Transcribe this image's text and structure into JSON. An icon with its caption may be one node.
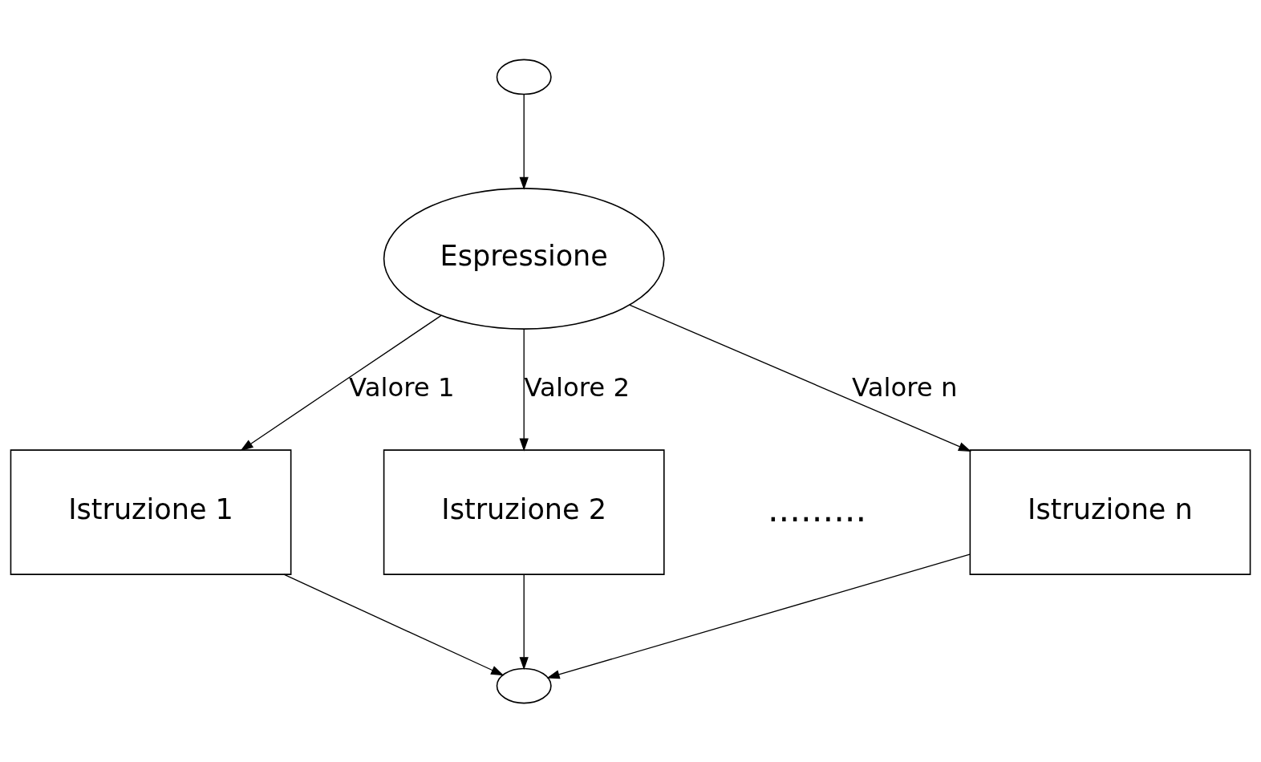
{
  "diagram": {
    "nodes": [
      {
        "text": [],
        "shape": "circle"
      },
      {
        "text": [
          "Espressione"
        ]
      },
      {
        "text": [
          "Istruzione 1"
        ]
      },
      {
        "text": [
          "Istruzione 2"
        ]
      },
      {
        "text": [
          "Istruzione n"
        ]
      },
      {
        "text": [],
        "shape": "circle"
      }
    ],
    "edges": [
      {
        "from": 0,
        "to": 1,
        "arrow": "to"
      },
      {
        "from": 1,
        "to": 2,
        "arrow": "to",
        "label": "Valore 1"
      },
      {
        "from": 1,
        "to": 3,
        "arrow": "to",
        "label": "Valore 2"
      },
      {
        "from": 1,
        "to": 4,
        "arrow": "to",
        "label": "Valore n"
      },
      {
        "from": 2,
        "to": 5,
        "arrow": "to"
      },
      {
        "from": 3,
        "to": 5,
        "arrow": "to"
      },
      {
        "from": 4,
        "to": 5,
        "arrow": "to"
      }
    ],
    "labels": [
      "........."
    ]
  }
}
